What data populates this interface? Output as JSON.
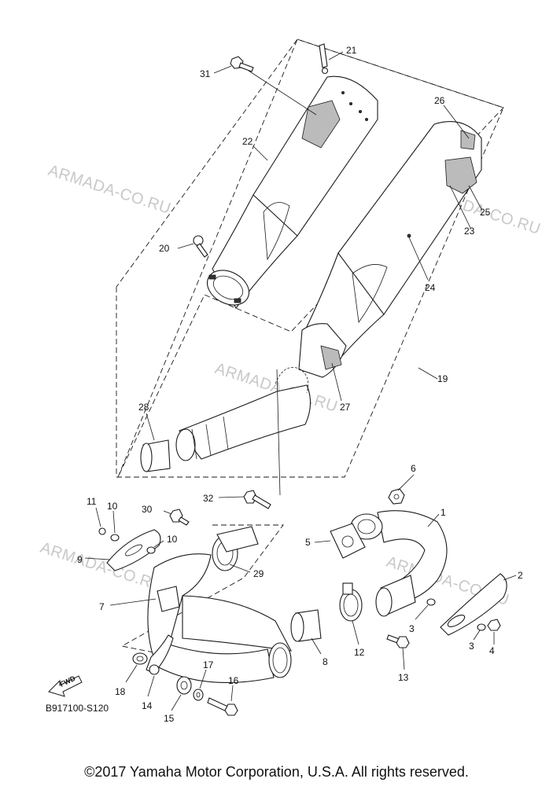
{
  "diagram_code": "B917100-S120",
  "copyright": "©2017 Yamaha Motor Corporation, U.S.A. All rights reserved.",
  "fwd_label": "FWD",
  "watermark": "ARMADA-CO.RU",
  "callouts": {
    "c1": "1",
    "c2": "2",
    "c3a": "3",
    "c3b": "3",
    "c4": "4",
    "c5": "5",
    "c6": "6",
    "c7": "7",
    "c8": "8",
    "c9": "9",
    "c10a": "10",
    "c10b": "10",
    "c11": "11",
    "c12": "12",
    "c13": "13",
    "c14": "14",
    "c15": "15",
    "c16": "16",
    "c17": "17",
    "c18": "18",
    "c19": "19",
    "c20": "20",
    "c21": "21",
    "c22": "22",
    "c23": "23",
    "c24": "24",
    "c25": "25",
    "c26": "26",
    "c27": "27",
    "c28": "28",
    "c29": "29",
    "c30": "30",
    "c31": "31",
    "c32": "32"
  }
}
